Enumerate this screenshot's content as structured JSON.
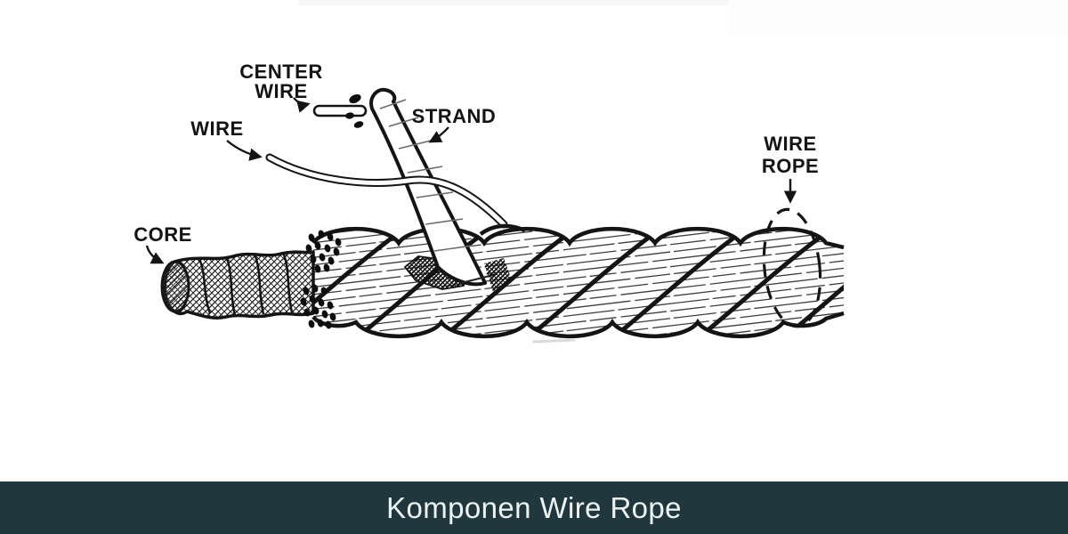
{
  "banner": {
    "title": "Komponen Wire Rope",
    "background": "#20383d",
    "text_color": "#edf3f3"
  },
  "diagram": {
    "ink_color": "#141414",
    "labels": {
      "center_wire_line1": "CENTER",
      "center_wire_line2": "WIRE",
      "wire": "WIRE",
      "strand": "STRAND",
      "core": "CORE",
      "wire_rope_line1": "WIRE",
      "wire_rope_line2": "ROPE"
    }
  }
}
